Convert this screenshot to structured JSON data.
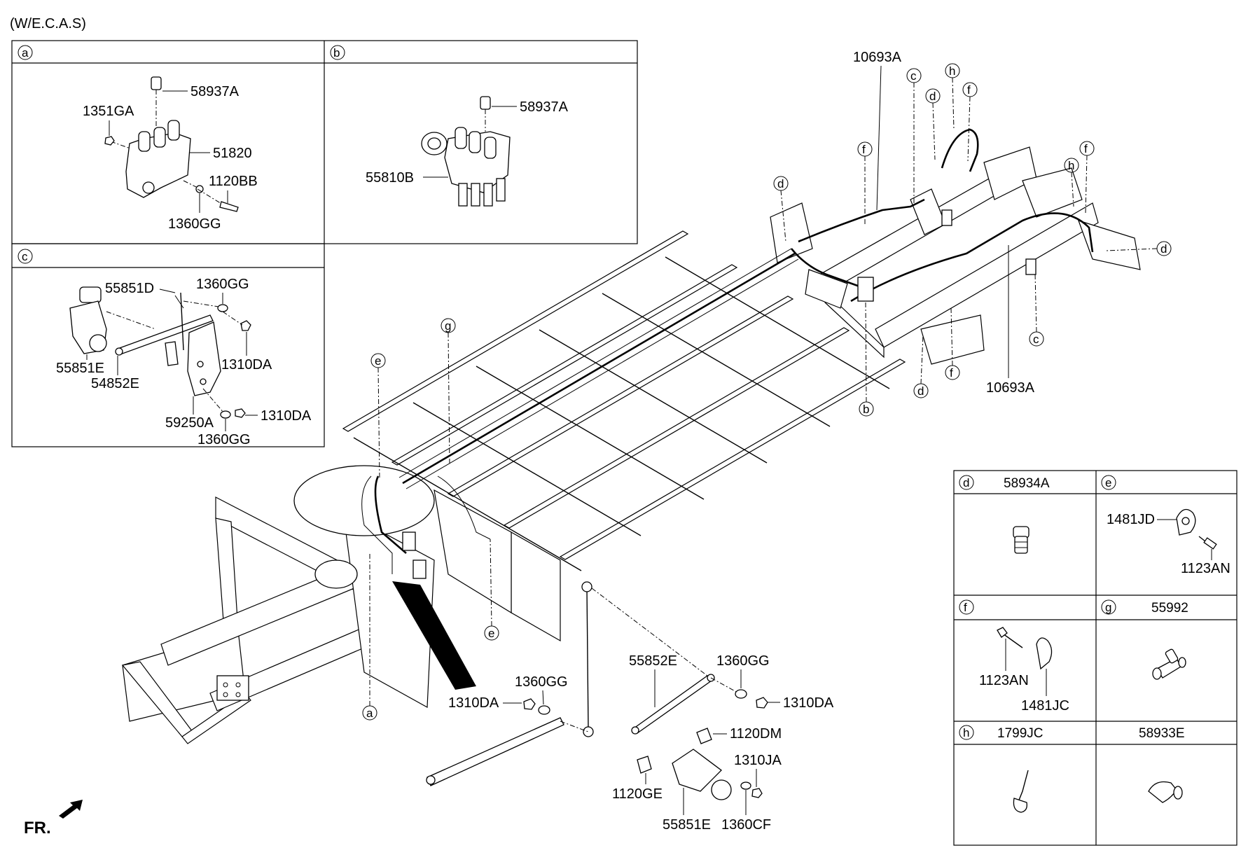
{
  "header": {
    "variant": "(W/E.C.A.S)"
  },
  "front_indicator": {
    "label": "FR."
  },
  "detail_panels": {
    "a": {
      "letter": "a",
      "labels": {
        "p58937A": "58937A",
        "p1351GA": "1351GA",
        "p51820": "51820",
        "p1120BB": "1120BB",
        "p1360GG": "1360GG"
      }
    },
    "b": {
      "letter": "b",
      "labels": {
        "p58937A": "58937A",
        "p55810B": "55810B"
      }
    },
    "c": {
      "letter": "c",
      "labels": {
        "p55851D": "55851D",
        "p1360GG_top": "1360GG",
        "p55851E": "55851E",
        "p1310DA_mid": "1310DA",
        "p54852E": "54852E",
        "p59250A": "59250A",
        "p1310DA_bot": "1310DA",
        "p1360GG_bot": "1360GG"
      }
    }
  },
  "main_callouts": {
    "top_10693A": "10693A",
    "bottom_10693A": "10693A",
    "c_top": "c",
    "d_top": "d",
    "h_top": "h",
    "f_top": "f",
    "f_left": "f",
    "d_left": "d",
    "h_right": "h",
    "f_right": "f",
    "d_right": "d",
    "c_bottom": "c",
    "f_bottom": "f",
    "d_bottom": "d",
    "b_bottom": "b",
    "g_mid": "g",
    "e_top": "e",
    "e_right": "e",
    "a_bottom": "a"
  },
  "lower_parts": {
    "p1360GG_left": "1360GG",
    "p1310DA_left": "1310DA",
    "p55852E": "55852E",
    "p1360GG_right": "1360GG",
    "p1310DA_right": "1310DA",
    "p1120DM": "1120DM",
    "p1310JA": "1310JA",
    "p1120GE": "1120GE",
    "p55851E": "55851E",
    "p1360CF": "1360CF"
  },
  "legend_table": {
    "d": {
      "letter": "d",
      "part": "58934A"
    },
    "e": {
      "letter": "e",
      "part": "",
      "labels": {
        "p1481JD": "1481JD",
        "p1123AN": "1123AN"
      }
    },
    "f": {
      "letter": "f",
      "part": "",
      "labels": {
        "p1123AN": "1123AN",
        "p1481JC": "1481JC"
      }
    },
    "g": {
      "letter": "g",
      "part": "55992"
    },
    "h": {
      "letter": "h",
      "part": "1799JC"
    },
    "blank": {
      "part": "58933E"
    }
  }
}
